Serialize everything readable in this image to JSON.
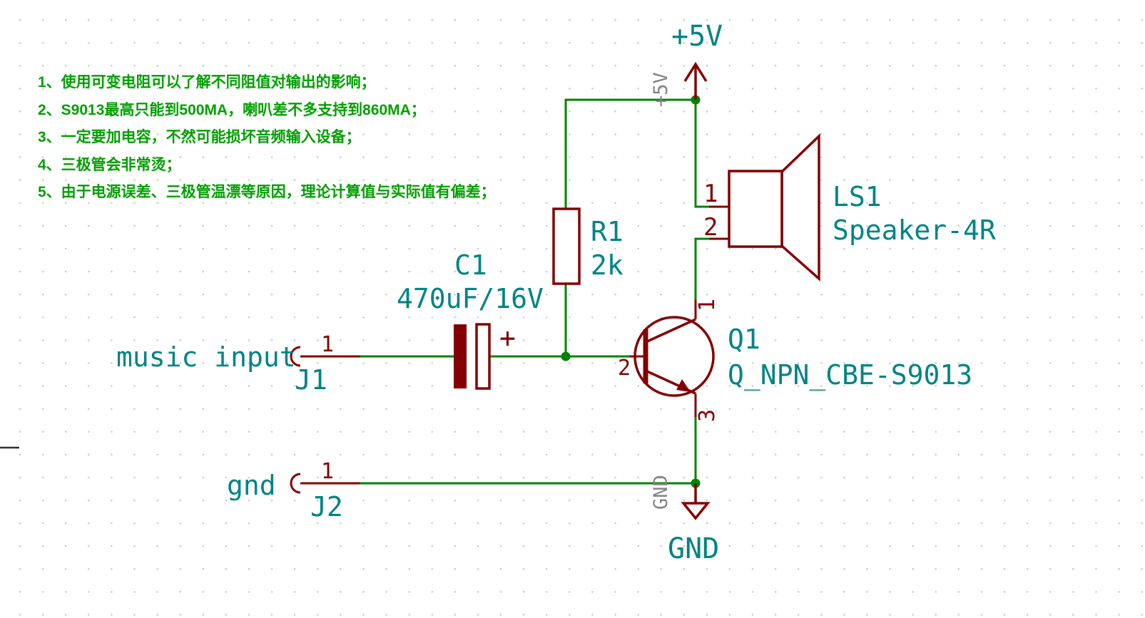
{
  "schematic": {
    "notes": [
      "1、使用可变电阻可以了解不同阻值对输出的影响；",
      "2、S9013最高只能到500MA，喇叭差不多支持到860MA；",
      "3、一定要加电容，不然可能损坏音频输入设备；",
      "4、三极管会非常烫；",
      "5、由于电源误差、三极管温漂等原因，理论计算值与实际值有偏差；"
    ],
    "power": {
      "vcc": {
        "label": "+5V",
        "port_text": "+5V"
      },
      "gnd": {
        "label": "GND",
        "port_text": "GND"
      }
    },
    "components": {
      "r1": {
        "ref": "R1",
        "value": "2k"
      },
      "c1": {
        "ref": "C1",
        "value": "470uF/16V",
        "polarity_mark": "+"
      },
      "q1": {
        "ref": "Q1",
        "value": "Q_NPN_CBE-S9013",
        "pin_collector": "1",
        "pin_base": "2",
        "pin_emitter": "3"
      },
      "ls1": {
        "ref": "LS1",
        "value": "Speaker-4R",
        "pin_1": "1",
        "pin_2": "2"
      },
      "j1": {
        "ref": "J1",
        "net_label": "music input",
        "pin_1": "1"
      },
      "j2": {
        "ref": "J2",
        "net_label": "gnd",
        "pin_1": "1"
      }
    },
    "colors": {
      "wire": "#008400",
      "symbol": "#840000",
      "field_text": "#008484",
      "note_text": "#00a000",
      "hidden_text": "#848484"
    }
  }
}
